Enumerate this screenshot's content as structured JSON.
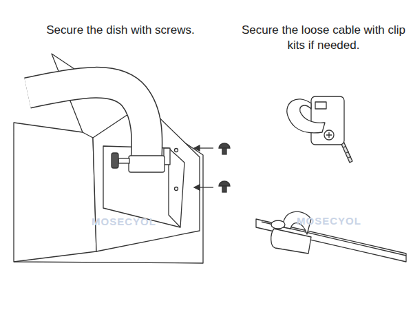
{
  "diagram": {
    "labels": [
      "Secure the dish with screws.",
      "Secure the loose cable with clip kits if needed.",
      "MOSECYOL",
      "MOSECYOL"
    ]
  }
}
